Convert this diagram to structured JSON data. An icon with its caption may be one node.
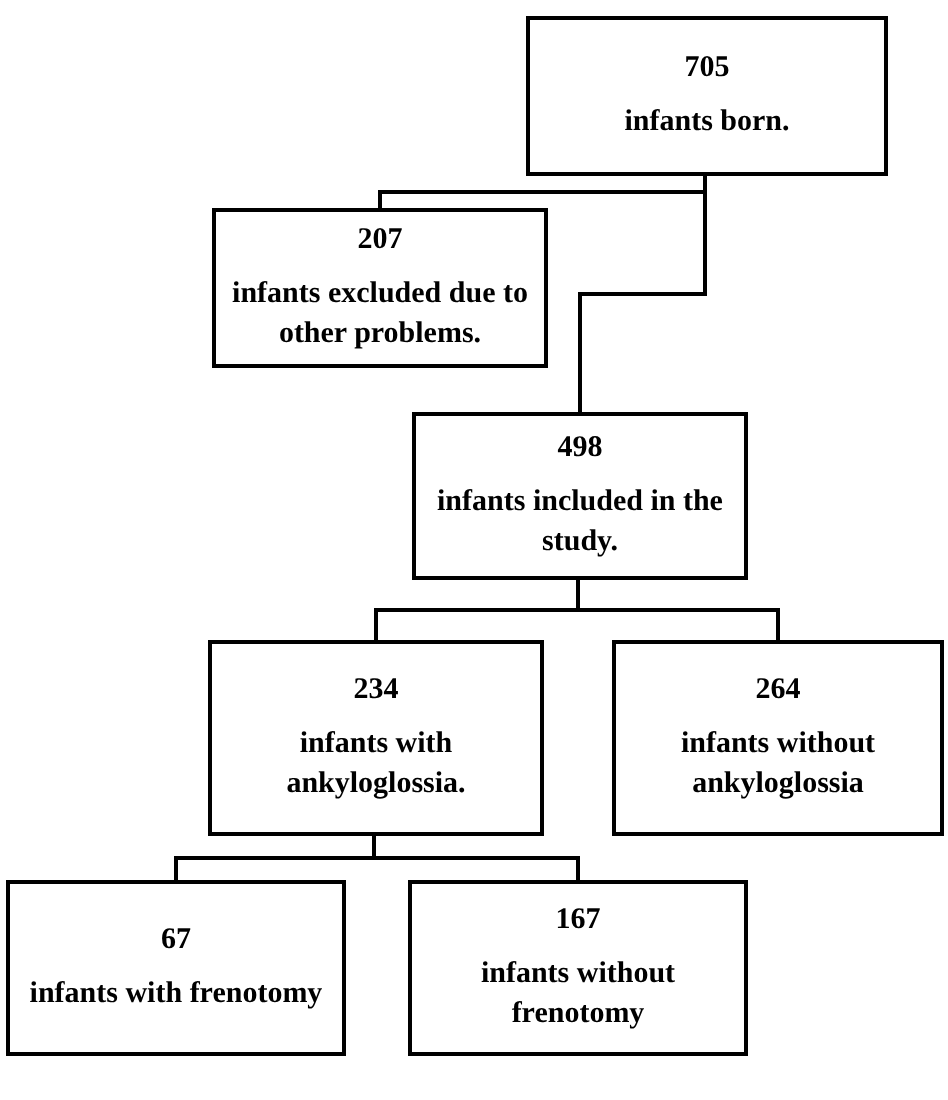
{
  "diagram": {
    "nodes": [
      {
        "text": [
          "705",
          "infants born."
        ]
      },
      {
        "text": [
          "207",
          "infants excluded due to other problems."
        ]
      },
      {
        "text": [
          "498",
          "infants included in the study."
        ]
      },
      {
        "text": [
          "234",
          "infants with ankyloglossia."
        ]
      },
      {
        "text": [
          "264",
          "infants without ankyloglossia"
        ]
      },
      {
        "text": [
          "67",
          "infants with frenotomy"
        ]
      },
      {
        "text": [
          "167",
          "infants without frenotomy"
        ]
      }
    ],
    "edges": [
      {
        "from": 0,
        "to": 1,
        "arrow": "none"
      },
      {
        "from": 0,
        "to": 2,
        "arrow": "none"
      },
      {
        "from": 2,
        "to": 3,
        "arrow": "none"
      },
      {
        "from": 2,
        "to": 4,
        "arrow": "none"
      },
      {
        "from": 3,
        "to": 5,
        "arrow": "none"
      },
      {
        "from": 3,
        "to": 6,
        "arrow": "none"
      }
    ]
  }
}
